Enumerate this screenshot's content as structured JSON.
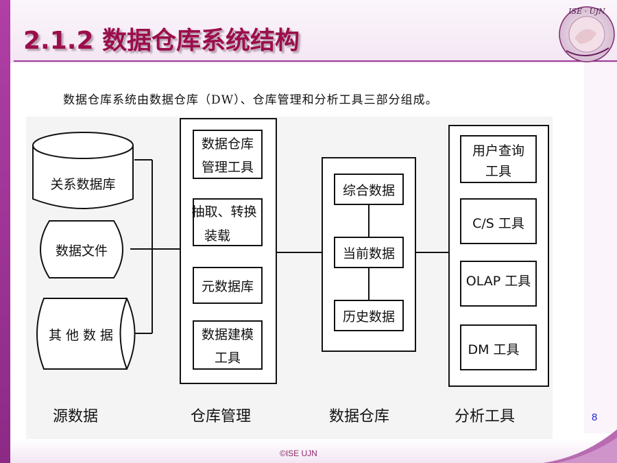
{
  "slide": {
    "title": "2.1.2 数据仓库系统结构",
    "subtitle": "数据仓库系统由数据仓库（DW）、仓库管理和分析工具三部分组成。",
    "page_number": "8",
    "footer": "©ISE UJN",
    "logo_text": "ISE · UJN"
  },
  "diagram": {
    "source": {
      "items": [
        "关系数据库",
        "数据文件",
        "其 他 数 据"
      ],
      "caption": "源数据"
    },
    "warehouse_mgmt": {
      "items": [
        {
          "line1": "数据仓库",
          "line2": "管理工具"
        },
        {
          "line1": "抽取、转换",
          "line2": "装载"
        },
        {
          "line1": "元数据库",
          "line2": ""
        },
        {
          "line1": "数据建模",
          "line2": "工具"
        }
      ],
      "caption": "仓库管理"
    },
    "data_warehouse": {
      "items": [
        "综合数据",
        "当前数据",
        "历史数据"
      ],
      "caption": "数据仓库"
    },
    "analysis_tools": {
      "items": [
        {
          "line1": "用户查询",
          "line2": "工具"
        },
        {
          "line1": "C/S 工具",
          "line2": ""
        },
        {
          "line1": "OLAP 工具",
          "line2": ""
        },
        {
          "line1": "DM 工具",
          "line2": ""
        }
      ],
      "caption": "分析工具"
    }
  },
  "colors": {
    "title": "#9b0e4b",
    "accent": "#9a3a94",
    "page_number": "#1f2bd6"
  }
}
